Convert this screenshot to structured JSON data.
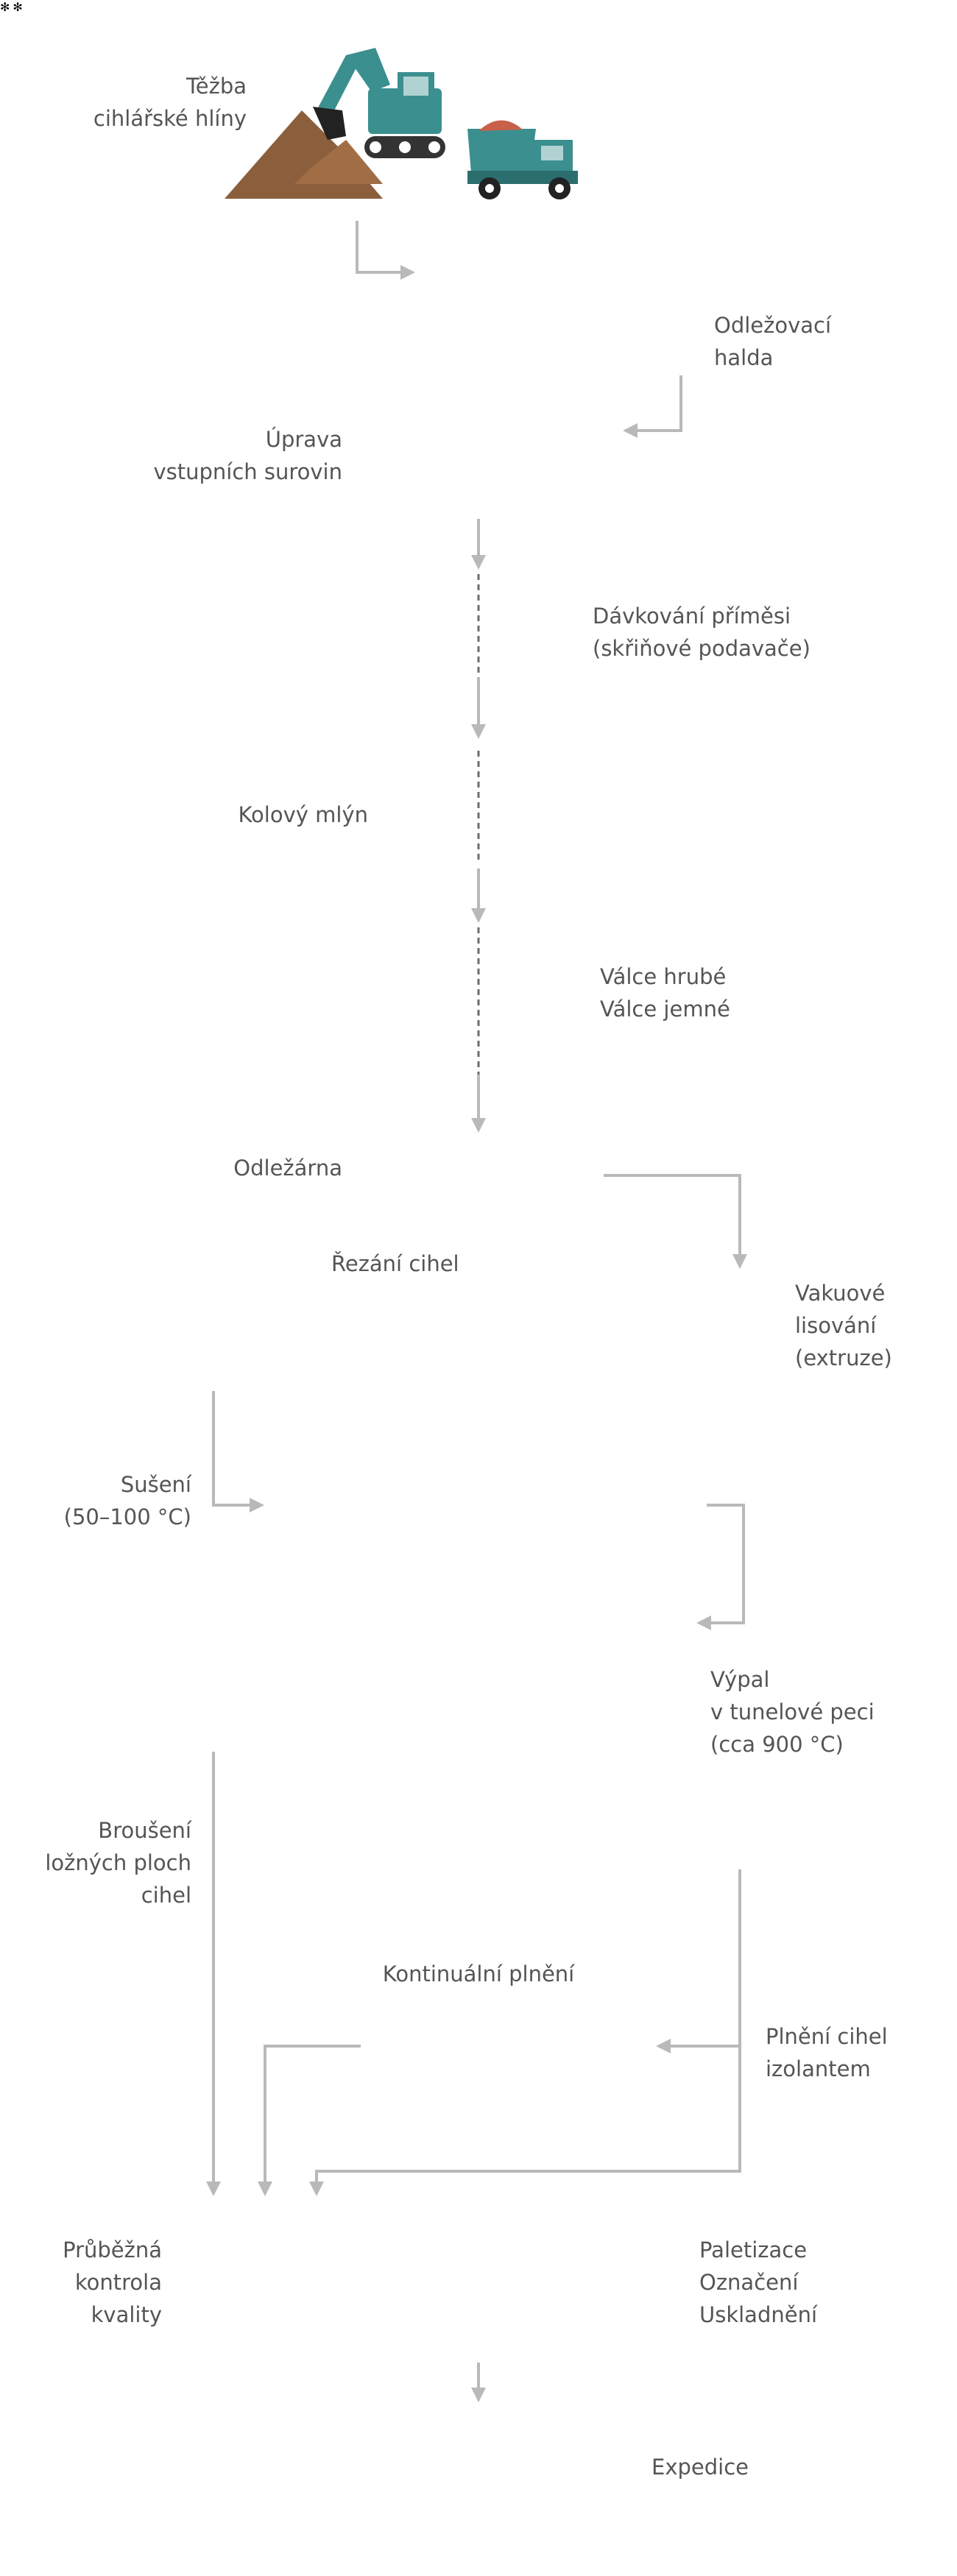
{
  "steps": {
    "clay_mining": "Těžba\ncihlářské hlíny",
    "stockpile": "Odležovací\nhalda",
    "raw_prep": "Úprava\nvstupních surovin",
    "dosing": "Dávkování příměsi\n(skřiňové podavače)",
    "edge_mill": "Kolový mlýn",
    "rollers": "Válce hrubé\nVálce jemné",
    "souring_house": "Odležárna",
    "cutting": "Řezání cihel",
    "extrusion": "Vakuové\nlisování\n(extruze)",
    "drying": "Sušení\n(50–100 °C)",
    "firing": "Výpal\nv tunelové peci\n(cca 900 °C)",
    "grinding": "Broušení\nložných ploch\ncihel",
    "continuous_filling": "Kontinuální plnění",
    "insulation_filling": "Plnění cihel\nizolantem",
    "quality_control": "Průběžná\nkontrola\nkvality",
    "palletizing": "Paletizace\nOznačení\nUskladnění",
    "shipping": "Expedice"
  },
  "colors": {
    "arrow": "#b9b9b9",
    "clay_brown": "#8b5e3c",
    "teal": "#3b8f8f",
    "salmon": "#e8a08c",
    "terracotta": "#cf7b6a",
    "brick_red": "#e5553a",
    "olive": "#8a9a5b",
    "mustard": "#e8b85a",
    "dark_red": "#8c3b2e",
    "gray_panel": "#e5e5e5"
  }
}
